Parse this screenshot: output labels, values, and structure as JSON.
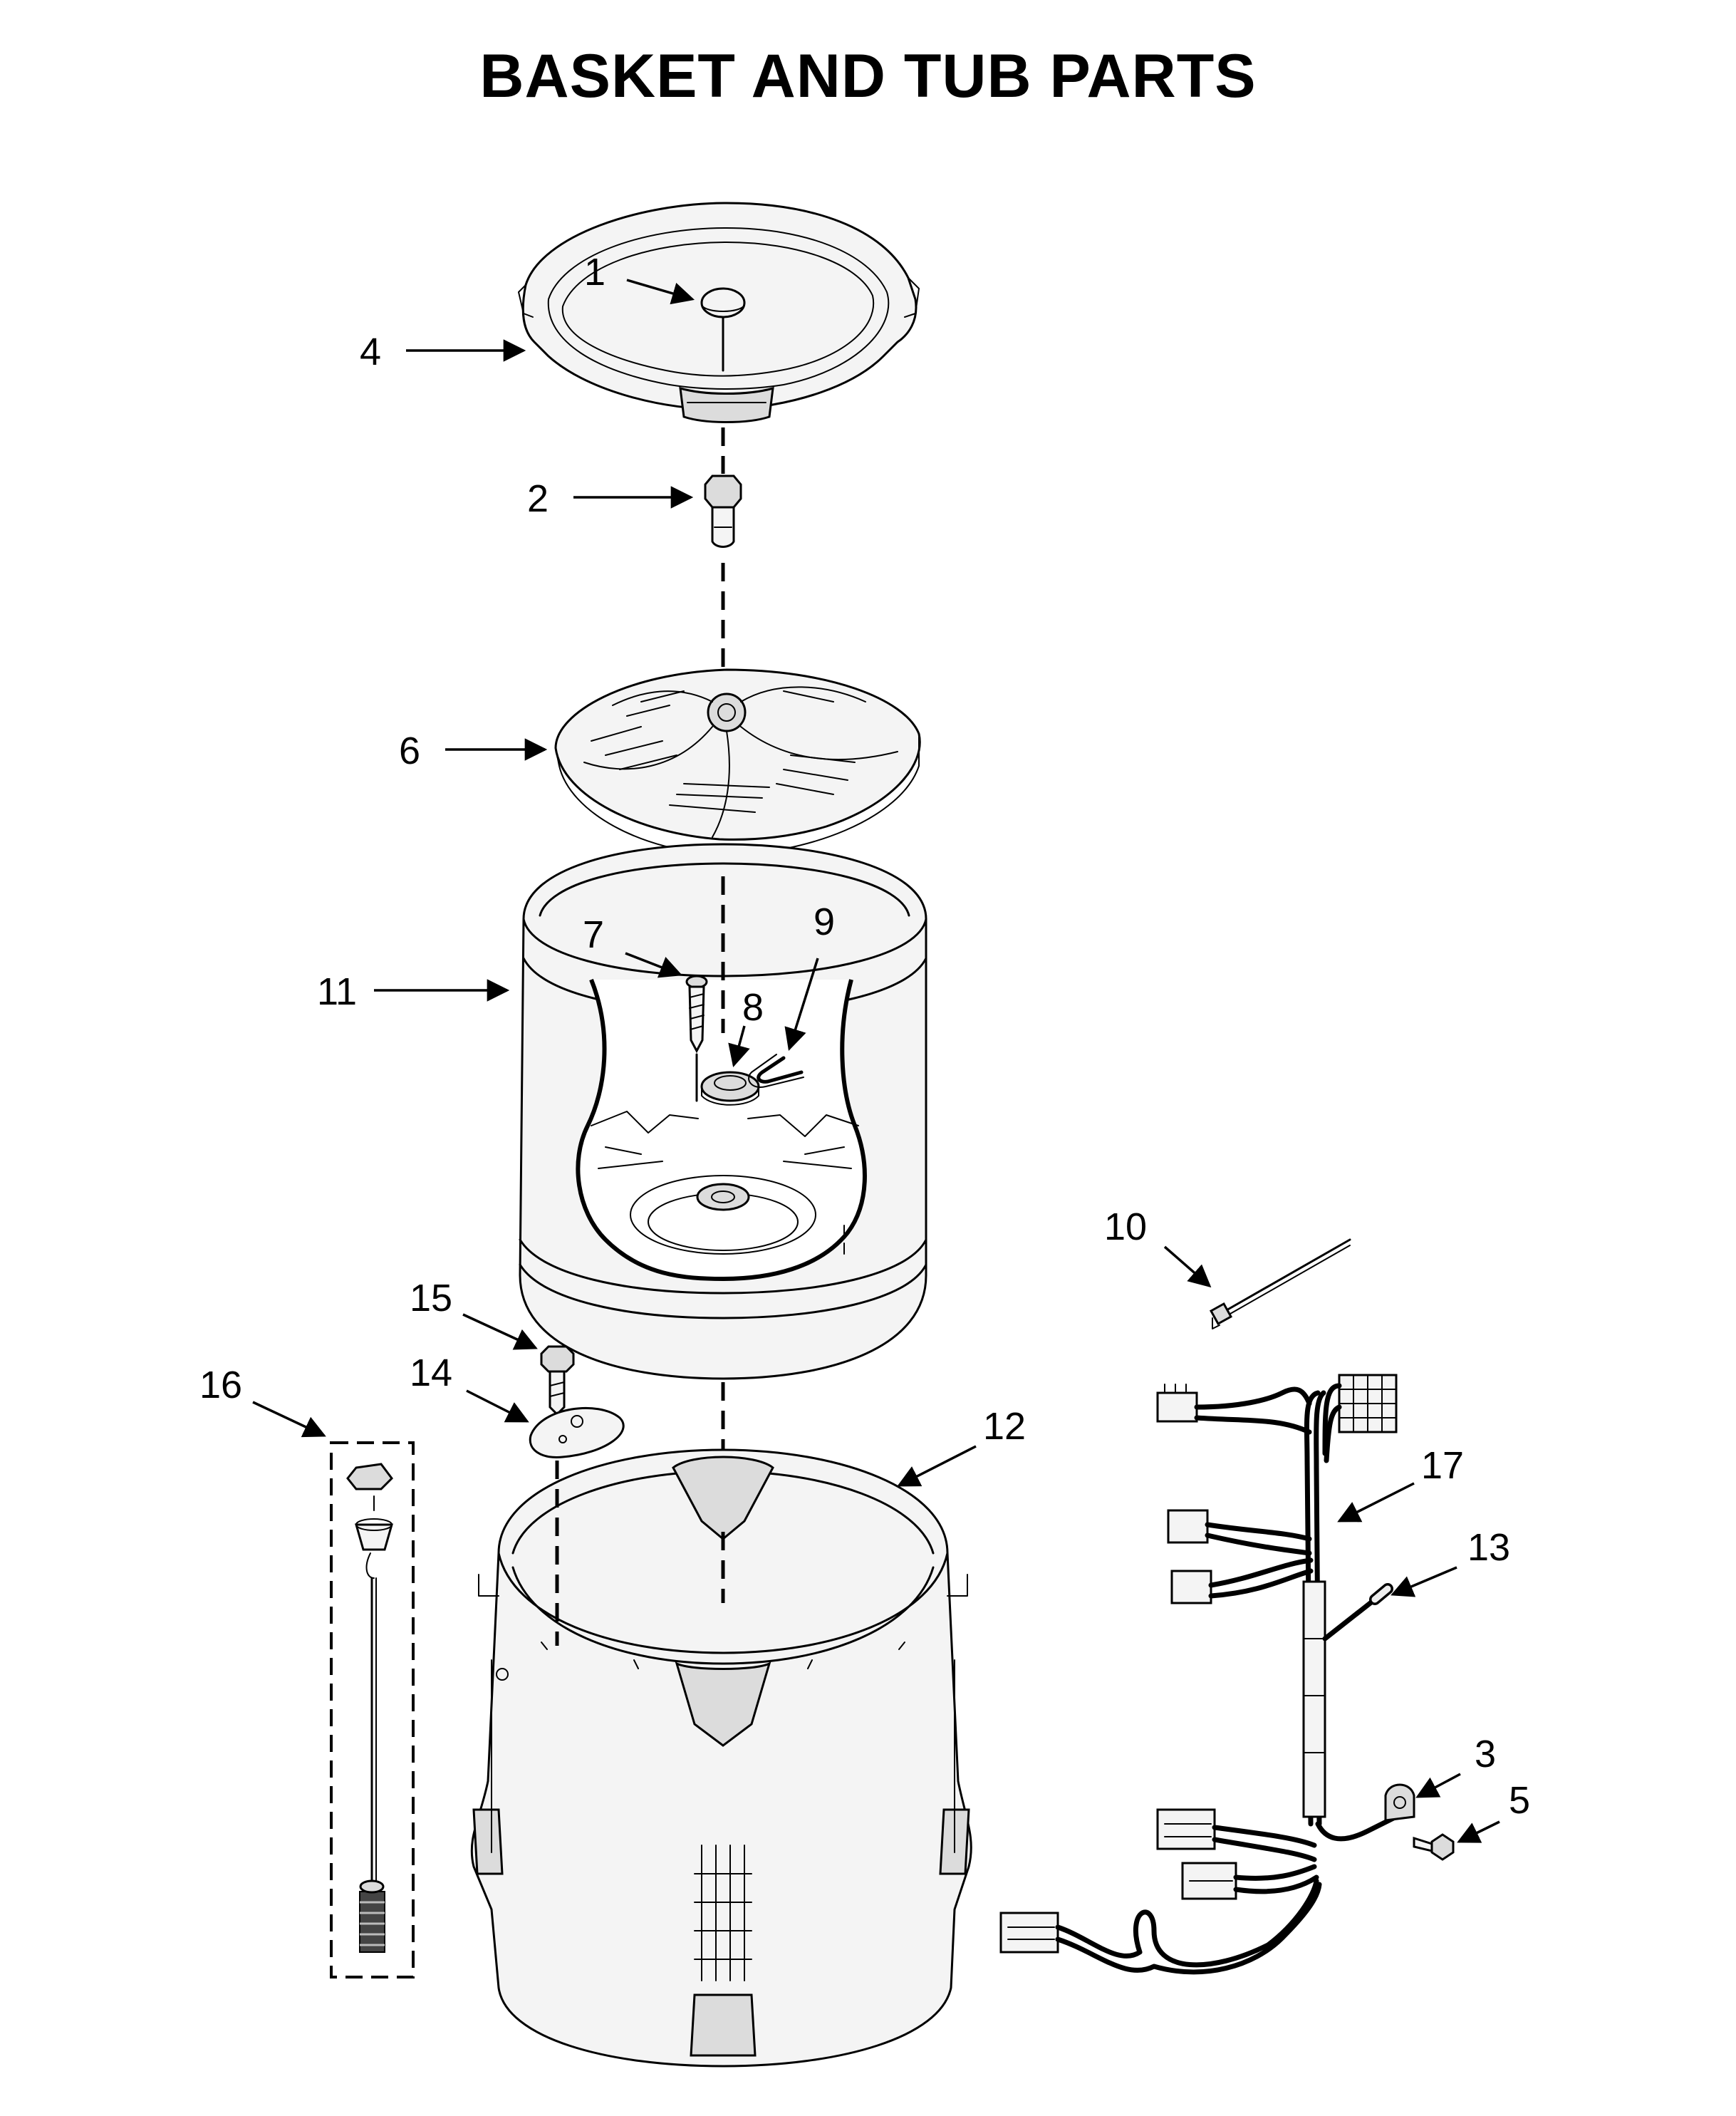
{
  "title": "BASKET AND TUB PARTS",
  "callouts": [
    "1",
    "2",
    "3",
    "4",
    "5",
    "6",
    "7",
    "8",
    "9",
    "10",
    "11",
    "12",
    "13",
    "14",
    "15",
    "16",
    "17"
  ],
  "colors": {
    "line": "#000000",
    "background": "#ffffff",
    "shade": "#dcdcdc"
  }
}
